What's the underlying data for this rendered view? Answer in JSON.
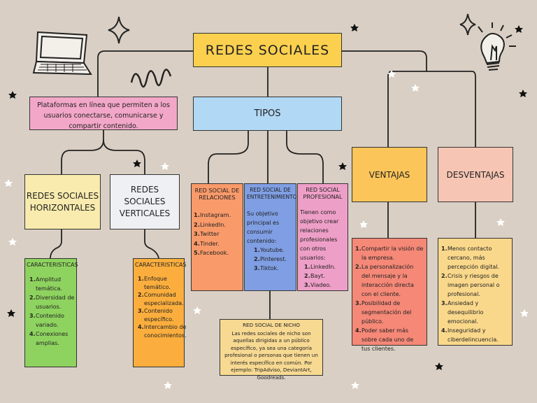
{
  "title": "REDES SOCIALES",
  "definition": "Plataformas en línea que permiten a los usuarios conectarse, comunicarse y compartir contenido.",
  "tipos": "TIPOS",
  "horizontales": {
    "title": "REDES SOCIALES HORIZONTALES",
    "car_title": "CARACTERISTICAS",
    "items": [
      "Amplitud temática.",
      "Diversidad de usuarios.",
      "Contenido variado.",
      "Conexiones amplias."
    ]
  },
  "verticales": {
    "title": "REDES SOCIALES VERTICALES",
    "car_title": "CARACTERISTICAS",
    "items": [
      "Enfoque temático.",
      "Comunidad especializada.",
      "Contenido específico.",
      "Intercambio de conocimientos."
    ]
  },
  "relaciones": {
    "title": "RED SOCIAL DE RELACIONES",
    "items": [
      "Instagram.",
      "LinkedIn.",
      "Twitter",
      "Tinder.",
      "Facebook."
    ]
  },
  "entretenimiento": {
    "title": "RED SOCIAL DE ENTRETENIMIENTO",
    "text": "Su objetivo principal es consumir contenido:",
    "items": [
      "Youtube.",
      "Pinterest.",
      "Tiktok."
    ]
  },
  "profesional": {
    "title": "RED SOCIAL PROFESIONAL",
    "text": "Tienen como objetivo crear relaciones profesionales con otros usuarios:",
    "items": [
      "LinkedIn.",
      "Bayt.",
      "Viadeo."
    ]
  },
  "nicho": {
    "title": "RED SOCIAL DE NICHO",
    "text": "Las redes sociales de nicho son aquellas dirigidas a un público específico, ya sea una categoría profesional o personas que tienen un interés específico en común. Por ejemplo: TripAdviso, DeviantArt, Goodreads."
  },
  "ventajas": {
    "title": "VENTAJAS",
    "items": [
      "Compartir la visión de la empresa.",
      "La personalización del mensaje y la interacción directa con el cliente.",
      "Posibilidad de segmentación del público.",
      "Poder saber más sobre cada uno de tus clientes."
    ]
  },
  "desventajas": {
    "title": "DESVENTAJAS",
    "items": [
      "Menos contacto cercano, más percepción digital.",
      "Crisis y riesgos de imagen personal o profesional.",
      "Ansiedad y desequilibrio emocional.",
      "Inseguridad y ciberdelincuencia."
    ]
  },
  "numbers": [
    "1.",
    "2.",
    "3.",
    "4.",
    "5."
  ]
}
